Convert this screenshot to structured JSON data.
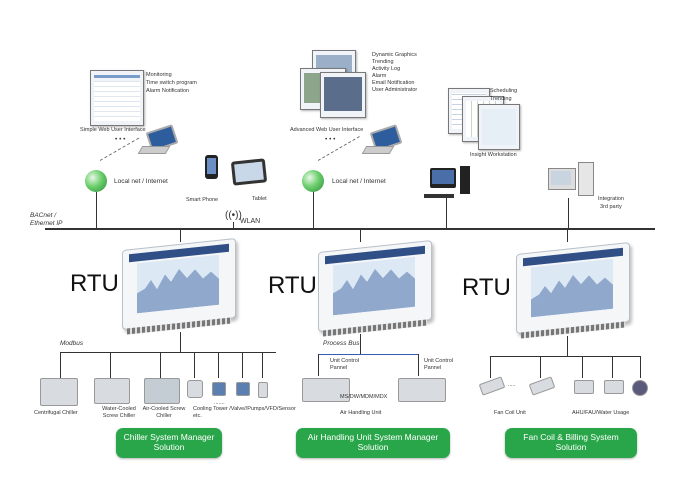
{
  "network": {
    "bacnet_label": "BACnet / Ethernet IP",
    "wlan_label": "WLAN",
    "local_net_left": "Local net / Internet",
    "local_net_mid": "Local net / Internet"
  },
  "clients": {
    "simple_web": {
      "title": "Simple Web User Interface",
      "features": [
        "Monitoring",
        "Time switch program",
        "Alarm Notification"
      ]
    },
    "advanced_web": {
      "title": "Advanced Web User Interface",
      "features": [
        "Dynamic Graphics",
        "Trending",
        "Activity Log",
        "Alarm",
        "Email Notification",
        "User Administrator"
      ]
    },
    "insight": {
      "title": "Insight Workstation",
      "features": [
        "Scheduling",
        "Trending"
      ]
    },
    "smart_phone": "Smart Phone",
    "tablet": "Tablet",
    "integration": "Integration",
    "third_party": "3rd party"
  },
  "rtu": {
    "label": "RTU"
  },
  "sections": {
    "chiller": {
      "bus_label": "Modbus",
      "devices": [
        "Centrifugal Chiller",
        "Water-Cooled Screw Chiller",
        "Air-Cooled Screw Chiller",
        "Cooling Tower /Valve//Pumps/VFD/Sensor etc."
      ],
      "solution": [
        "Chiller System Manager",
        "Solution"
      ]
    },
    "ahu": {
      "bus_label": "Process Bus",
      "unit_label": "Unit Control Pannel",
      "device_types": "MS/DW/MDM/MDX",
      "devices": [
        "Air Handling Unit"
      ],
      "solution": [
        "Air Handling Unit System Manager",
        "Solution"
      ]
    },
    "fancoil": {
      "devices": [
        "Fan Coil Unit",
        "AHU/FAU/Water Usage"
      ],
      "solution": [
        "Fan Coil & Billing System",
        "Solution"
      ]
    }
  },
  "colors": {
    "solution_green": "#2aa64a",
    "rtu_header": "#2f4f86",
    "bus_line": "#333333"
  }
}
